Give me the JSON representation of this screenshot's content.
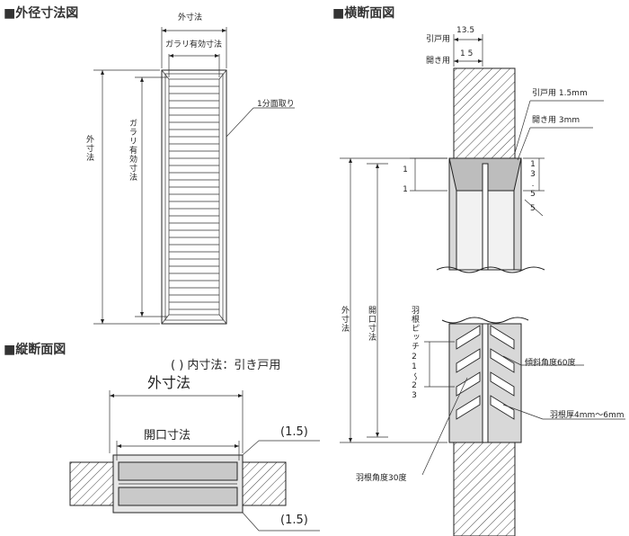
{
  "headings": {
    "outer_dimension_view": "■外径寸法図",
    "cross_section_view": "■横断面図",
    "vertical_section_view": "■縦断面図"
  },
  "outer_view": {
    "outer_dim": "外寸法",
    "louver_effective_dim": "ガラリ有効寸法",
    "chamfer_note": "1分面取り",
    "vertical_outer_dim": "外寸法",
    "vertical_louver_effective_dim": "ガラリ有効寸法"
  },
  "vertical_section": {
    "inner_dim_note": "(  ) 内寸法：引き戸用",
    "outer_dim": "外寸法",
    "opening_dim": "開口寸法",
    "top_gap": "(1.5)",
    "bottom_gap": "(1.5)"
  },
  "cross_section": {
    "sliding_door_label": "引戸用",
    "sliding_door_dim": "13.5",
    "hinged_door_label": "開き用",
    "hinged_door_dim": "1 5",
    "sliding_clearance": "引戸用 1.5mm",
    "hinged_clearance": "開き用 3mm",
    "dim_11": "1 1",
    "dim_135": "13.5",
    "dim_small": "5",
    "outer_dim": "外寸法",
    "opening_dim": "開口寸法",
    "blade_pitch": "羽根ピッチ",
    "pitch_range": "21〜23",
    "tilt_angle": "傾斜角度60度",
    "blade_thickness": "羽根厚4mm〜6mm",
    "blade_angle": "羽根角度30度"
  }
}
